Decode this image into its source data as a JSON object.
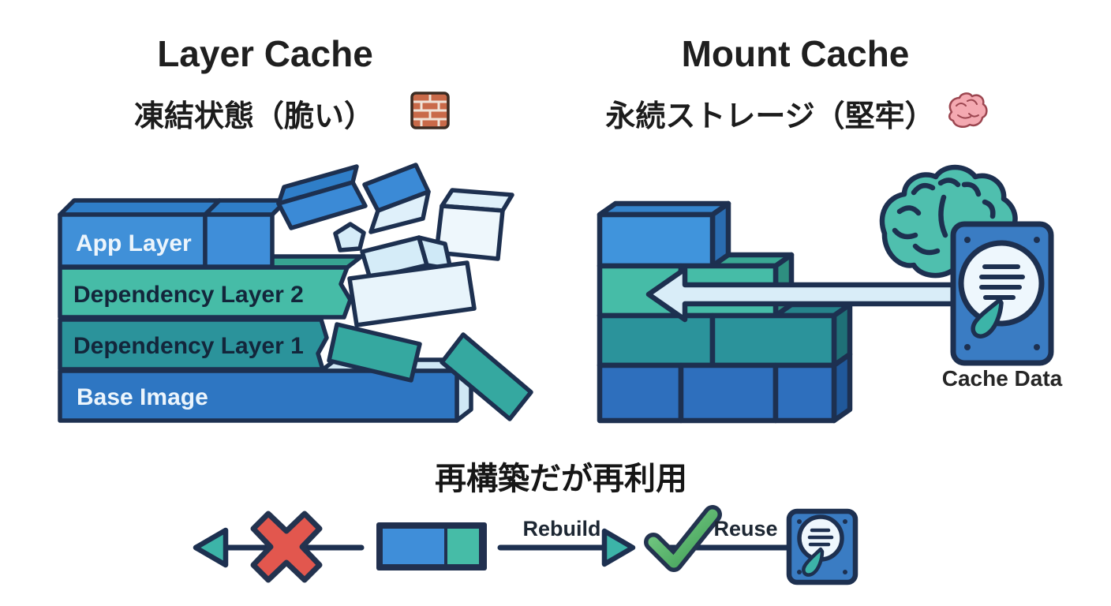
{
  "left_panel": {
    "title": "Layer Cache",
    "subtitle": "凍結状態（脆い）",
    "subtitle_icon": "brick-wall-emoji",
    "layers": [
      {
        "label": "App Layer"
      },
      {
        "label": "Dependency Layer 2"
      },
      {
        "label": "Dependency Layer 1"
      },
      {
        "label": "Base Image"
      }
    ]
  },
  "right_panel": {
    "title": "Mount Cache",
    "subtitle": "永続ストレージ（堅牢）",
    "subtitle_icon": "brain-emoji",
    "cache_label": "Cache Data"
  },
  "bottom_panel": {
    "heading": "再構築だが再利用",
    "rebuild_label": "Rebuild",
    "reuse_label": "Reuse"
  },
  "colors": {
    "outline_navy": "#1d3050",
    "blue_bright": "#4094dc",
    "blue_mid": "#2e76c2",
    "teal_green": "#46bca7",
    "teal_dark": "#2b939b",
    "fragment_light": "#e8f4fb",
    "arrow_fill": "#d9edf8",
    "x_red": "#e2574e",
    "check_green": "#4fb163",
    "brain_teal": "#4fbfae",
    "drive_blue": "#3a7cc3",
    "brick_emoji": "#c96a49",
    "brain_emoji_pink": "#f4a9b1"
  }
}
